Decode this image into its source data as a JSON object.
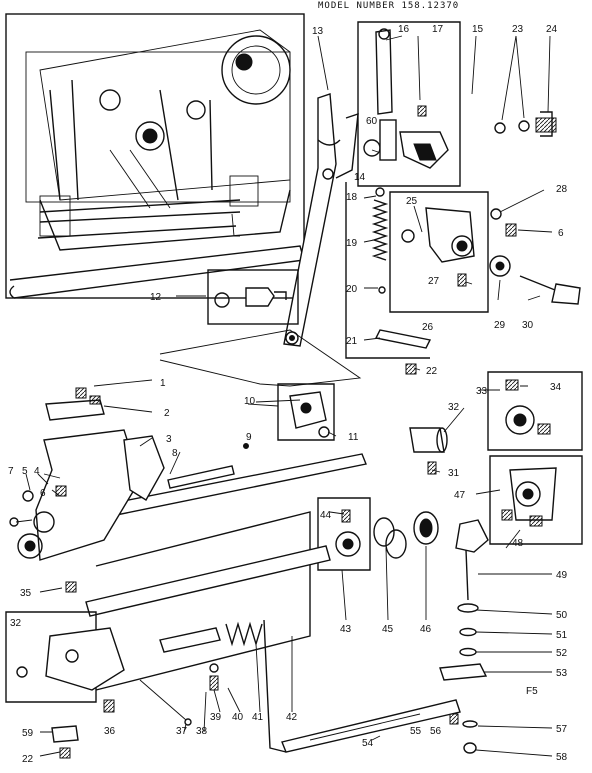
{
  "header": {
    "model_number": "MODEL NUMBER 158.12370"
  },
  "page_code": "F5",
  "labels": [
    {
      "id": "l1",
      "text": "1"
    },
    {
      "id": "l2",
      "text": "2"
    },
    {
      "id": "l3",
      "text": "3"
    },
    {
      "id": "l4",
      "text": "4"
    },
    {
      "id": "l5",
      "text": "5"
    },
    {
      "id": "l6a",
      "text": "6"
    },
    {
      "id": "l6b",
      "text": "6"
    },
    {
      "id": "l7",
      "text": "7"
    },
    {
      "id": "l8",
      "text": "8"
    },
    {
      "id": "l9",
      "text": "9"
    },
    {
      "id": "l10",
      "text": "10"
    },
    {
      "id": "l11",
      "text": "11"
    },
    {
      "id": "l12",
      "text": "12"
    },
    {
      "id": "l13",
      "text": "13"
    },
    {
      "id": "l14",
      "text": "14"
    },
    {
      "id": "l15",
      "text": "15"
    },
    {
      "id": "l16",
      "text": "16"
    },
    {
      "id": "l17",
      "text": "17"
    },
    {
      "id": "l18",
      "text": "18"
    },
    {
      "id": "l19",
      "text": "19"
    },
    {
      "id": "l20",
      "text": "20"
    },
    {
      "id": "l21",
      "text": "21"
    },
    {
      "id": "l22a",
      "text": "22"
    },
    {
      "id": "l22b",
      "text": "22"
    },
    {
      "id": "l23",
      "text": "23"
    },
    {
      "id": "l24",
      "text": "24"
    },
    {
      "id": "l25",
      "text": "25"
    },
    {
      "id": "l26",
      "text": "26"
    },
    {
      "id": "l27",
      "text": "27"
    },
    {
      "id": "l28",
      "text": "28"
    },
    {
      "id": "l29",
      "text": "29"
    },
    {
      "id": "l30",
      "text": "30"
    },
    {
      "id": "l31",
      "text": "31"
    },
    {
      "id": "l32a",
      "text": "32"
    },
    {
      "id": "l32b",
      "text": "32"
    },
    {
      "id": "l33",
      "text": "33"
    },
    {
      "id": "l34",
      "text": "34"
    },
    {
      "id": "l35",
      "text": "35"
    },
    {
      "id": "l36",
      "text": "36"
    },
    {
      "id": "l37",
      "text": "37"
    },
    {
      "id": "l38",
      "text": "38"
    },
    {
      "id": "l39",
      "text": "39"
    },
    {
      "id": "l40",
      "text": "40"
    },
    {
      "id": "l41",
      "text": "41"
    },
    {
      "id": "l42",
      "text": "42"
    },
    {
      "id": "l43",
      "text": "43"
    },
    {
      "id": "l44",
      "text": "44"
    },
    {
      "id": "l45",
      "text": "45"
    },
    {
      "id": "l46",
      "text": "46"
    },
    {
      "id": "l47",
      "text": "47"
    },
    {
      "id": "l48",
      "text": "48"
    },
    {
      "id": "l49",
      "text": "49"
    },
    {
      "id": "l50",
      "text": "50"
    },
    {
      "id": "l51",
      "text": "51"
    },
    {
      "id": "l52",
      "text": "52"
    },
    {
      "id": "l53",
      "text": "53"
    },
    {
      "id": "l54",
      "text": "54"
    },
    {
      "id": "l55",
      "text": "55"
    },
    {
      "id": "l56",
      "text": "56"
    },
    {
      "id": "l57",
      "text": "57"
    },
    {
      "id": "l58",
      "text": "58"
    },
    {
      "id": "l59",
      "text": "59"
    },
    {
      "id": "l60",
      "text": "60"
    }
  ]
}
